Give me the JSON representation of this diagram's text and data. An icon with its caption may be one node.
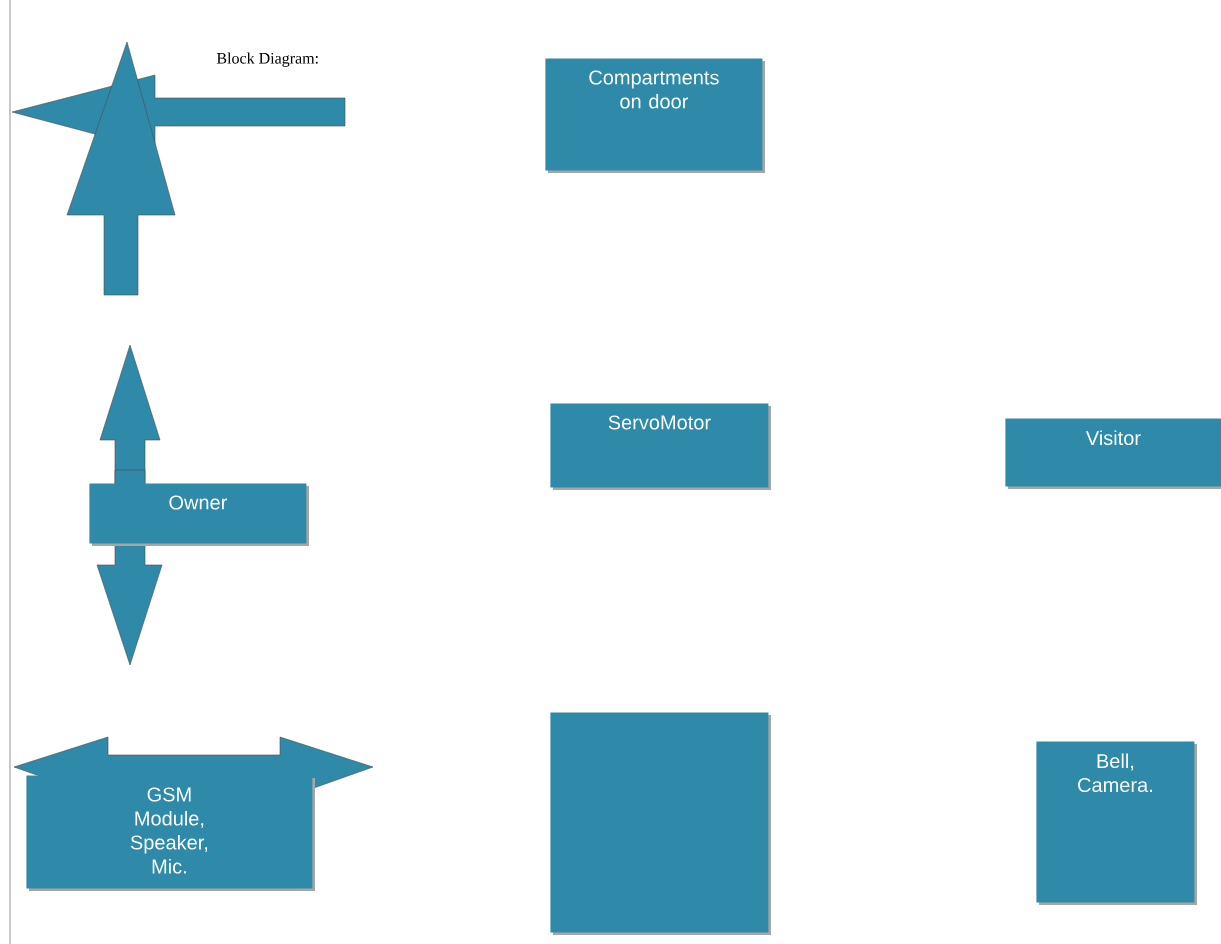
{
  "diagram": {
    "title": "Block Diagram:",
    "nodes": [
      {
        "text": [
          "Compartments on door"
        ]
      },
      {
        "text": [
          "ServoMotor"
        ]
      },
      {
        "text": [
          "Visitor"
        ]
      },
      {
        "text": [
          "Owner"
        ]
      },
      {
        "text": [
          "GSM Module, Speaker, Mic."
        ]
      },
      {
        "text": [],
        "shape": "box"
      },
      {
        "text": [
          "Bell, Camera."
        ]
      }
    ]
  }
}
